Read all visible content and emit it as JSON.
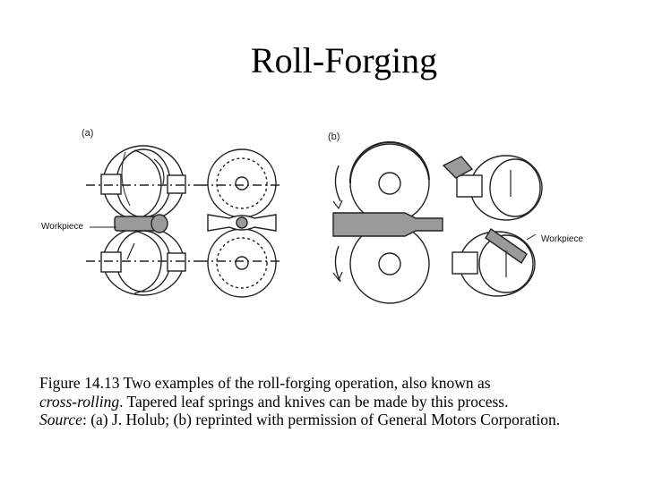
{
  "slide": {
    "title": "Roll-Forging"
  },
  "figure": {
    "panel_a_label": "(a)",
    "panel_b_label": "(b)",
    "callout_a": "Workpiece",
    "callout_b": "Workpiece"
  },
  "caption": {
    "line1": "Figure 14.13  Two examples of the roll-forging operation, also known as",
    "term": "cross-rolling",
    "line2_rest": ".  Tapered leaf springs and knives can be made by this process.",
    "source_label": "Source",
    "source_text": ": (a) J. Holub; (b) reprinted with permission of General Motors Corporation."
  },
  "colors": {
    "text": "#000000",
    "ink": "#222222",
    "workpiece_fill": "#9a9a9a",
    "background": "#ffffff"
  }
}
